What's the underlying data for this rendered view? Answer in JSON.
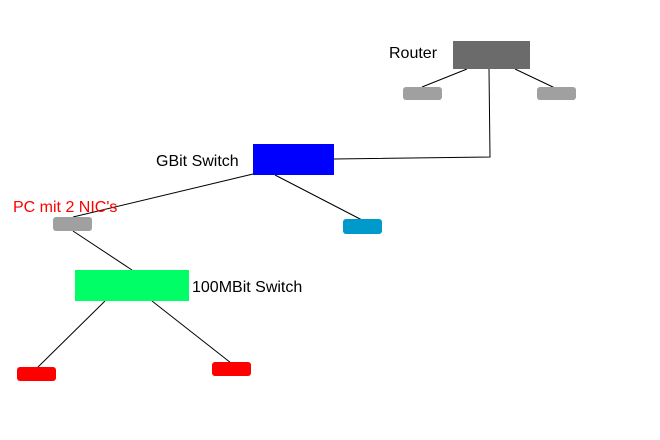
{
  "labels": {
    "router": "Router",
    "gbit_switch": "GBit Switch",
    "pc": "PC mit 2 NIC's",
    "mbit_switch": "100MBit Switch"
  },
  "colors": {
    "background": "#ffffff",
    "router": "#6b6b6b",
    "router_client": "#a0a0a0",
    "gbit_switch": "#0000ff",
    "gbit_client": "#0099cc",
    "pc": "#a0a0a0",
    "pc_label": "#ff0000",
    "mbit_switch": "#00ff66",
    "mbit_client": "#ff0000",
    "line": "#000000",
    "text": "#000000"
  }
}
